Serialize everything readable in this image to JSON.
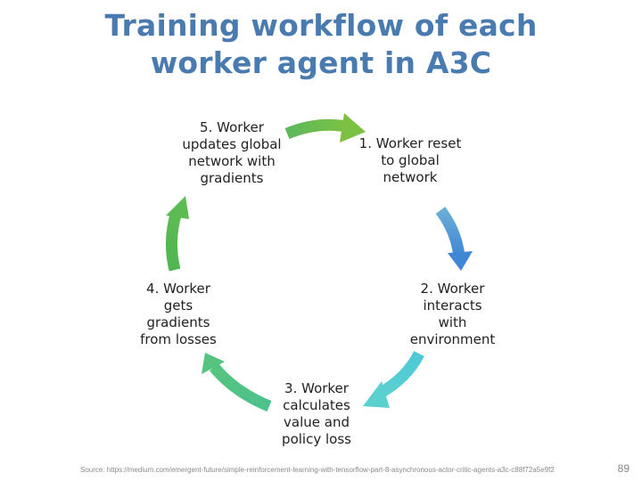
{
  "title": {
    "line1": "Training workflow of each",
    "line2": "worker agent in A3C"
  },
  "steps": [
    {
      "lines": [
        "1. Worker reset",
        "to global",
        "network"
      ],
      "color": "#7cc142"
    },
    {
      "lines": [
        "2. Worker",
        "interacts",
        "with",
        "environment"
      ],
      "color": "#5b9bd5"
    },
    {
      "lines": [
        "3. Worker",
        "calculates",
        "value and",
        "policy loss"
      ],
      "color": "#4fcfcf"
    },
    {
      "lines": [
        "4. Worker",
        "gets",
        "gradients",
        "from losses"
      ],
      "color": "#52c48a"
    },
    {
      "lines": [
        "5. Worker",
        "updates global",
        "network with",
        "gradients"
      ],
      "color": "#5cb85c"
    }
  ],
  "footer": {
    "source": "Source: https://medium.com/emergent-future/simple-reinforcement-learning-with-tensorflow-part-8-asynchronous-actor-critic-agents-a3c-c88f72a5e9f2",
    "page_number": "89"
  }
}
